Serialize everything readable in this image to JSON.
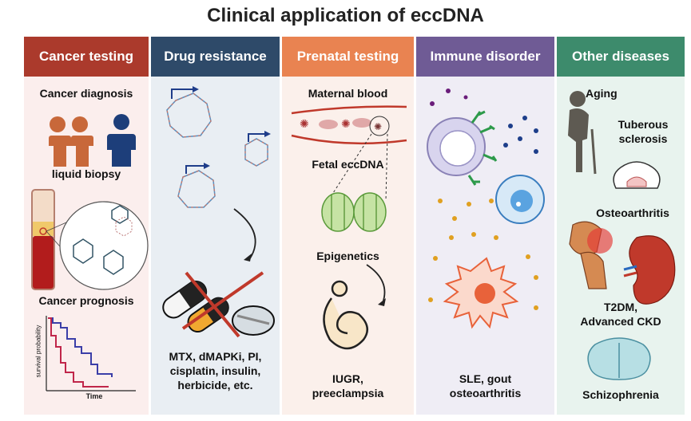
{
  "title": "Clinical application of eccDNA",
  "colors": {
    "cancer": "#ab3a2c",
    "drug": "#2e4a69",
    "prenatal": "#e98351",
    "immune": "#6f5b95",
    "other": "#3d8b6c"
  },
  "columns": {
    "cancer": {
      "header": "Cancer testing",
      "diagnosis": "Cancer diagnosis",
      "biopsy": "liquid biopsy",
      "prognosis": "Cancer prognosis",
      "ylabel": "survival probability",
      "xlabel": "Time"
    },
    "drug": {
      "header": "Drug resistance",
      "drugs_line1": "MTX,  dMAPKi, PI,",
      "drugs_line2": "cisplatin, insulin,",
      "drugs_line3": "herbicide, etc."
    },
    "prenatal": {
      "header": "Prenatal testing",
      "maternal": "Maternal blood",
      "fetal": "Fetal eccDNA",
      "epigenetics": "Epigenetics",
      "cond_line1": "IUGR,",
      "cond_line2": "preeclampsia"
    },
    "immune": {
      "header": "Immune disorder",
      "cond_line1": "SLE, gout",
      "cond_line2": "osteoarthritis"
    },
    "other": {
      "header": "Other diseases",
      "aging": "Aging",
      "tuberous_line1": "Tuberous",
      "tuberous_line2": "sclerosis",
      "osteo": "Osteoarthritis",
      "t2dm_line1": "T2DM,",
      "t2dm_line2": "Advanced CKD",
      "schizo": "Schizophrenia"
    }
  }
}
